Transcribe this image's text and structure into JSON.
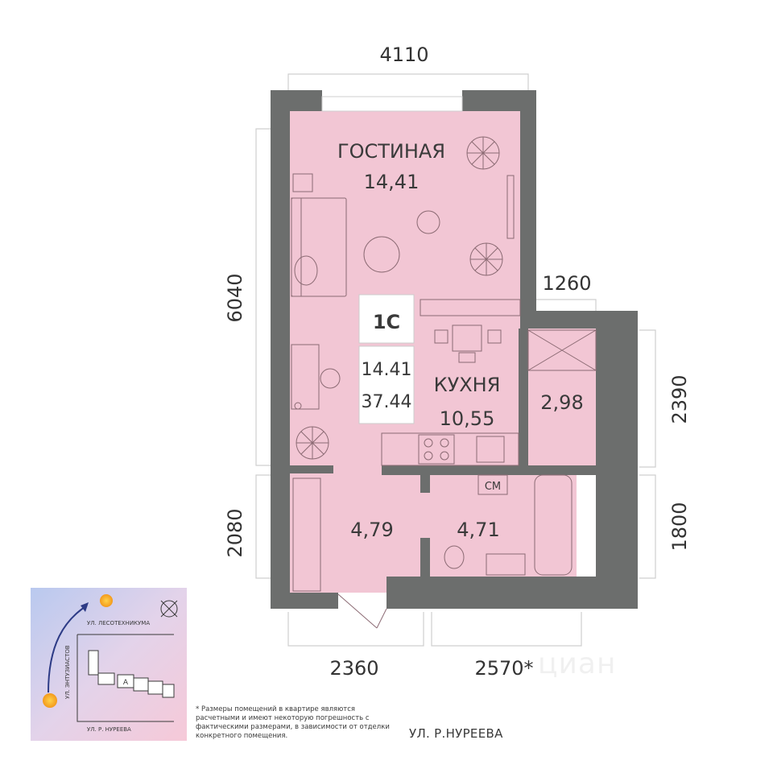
{
  "colors": {
    "wall": "#6c6e6d",
    "floor": "#f2c6d4",
    "furniture_line": "#8b6a73",
    "dimension_line": "#cfcfcf",
    "text": "#3a3a3a"
  },
  "dimensions": {
    "top_width": "4110",
    "left_height": "6040",
    "kitchen_offset": "1260",
    "right_upper": "2390",
    "left_lower": "2080",
    "right_lower": "1800",
    "bottom_left": "2360",
    "bottom_right": "2570*"
  },
  "rooms": {
    "living_name": "ГОСТИНАЯ",
    "living_area": "14,41",
    "kitchen_name": "КУХНЯ",
    "kitchen_area": "10,55",
    "storage_area": "2,98",
    "hall_area": "4,79",
    "bath_area": "4,71",
    "washer_label": "СМ"
  },
  "info_box": {
    "type": "1С",
    "living_total": "14.41",
    "total_area": "37.44"
  },
  "site_map": {
    "street_top": "УЛ. ЛЕСОТЕХНИКУМА",
    "street_left": "УЛ. ЭНТУЗИАСТОВ",
    "street_bottom": "УЛ. Р. НУРЕЕВА",
    "section_label": "А",
    "compass_icon": "compass-icon",
    "sun_icon": "sun-icon"
  },
  "footnote": "* Размеры помещений в квартире являются расчетными и имеют некоторую погрешность с фактическими размерами, в зависимости от отделки конкретного помещения.",
  "street_main": "УЛ. Р.НУРЕЕВА",
  "watermark": "циан"
}
